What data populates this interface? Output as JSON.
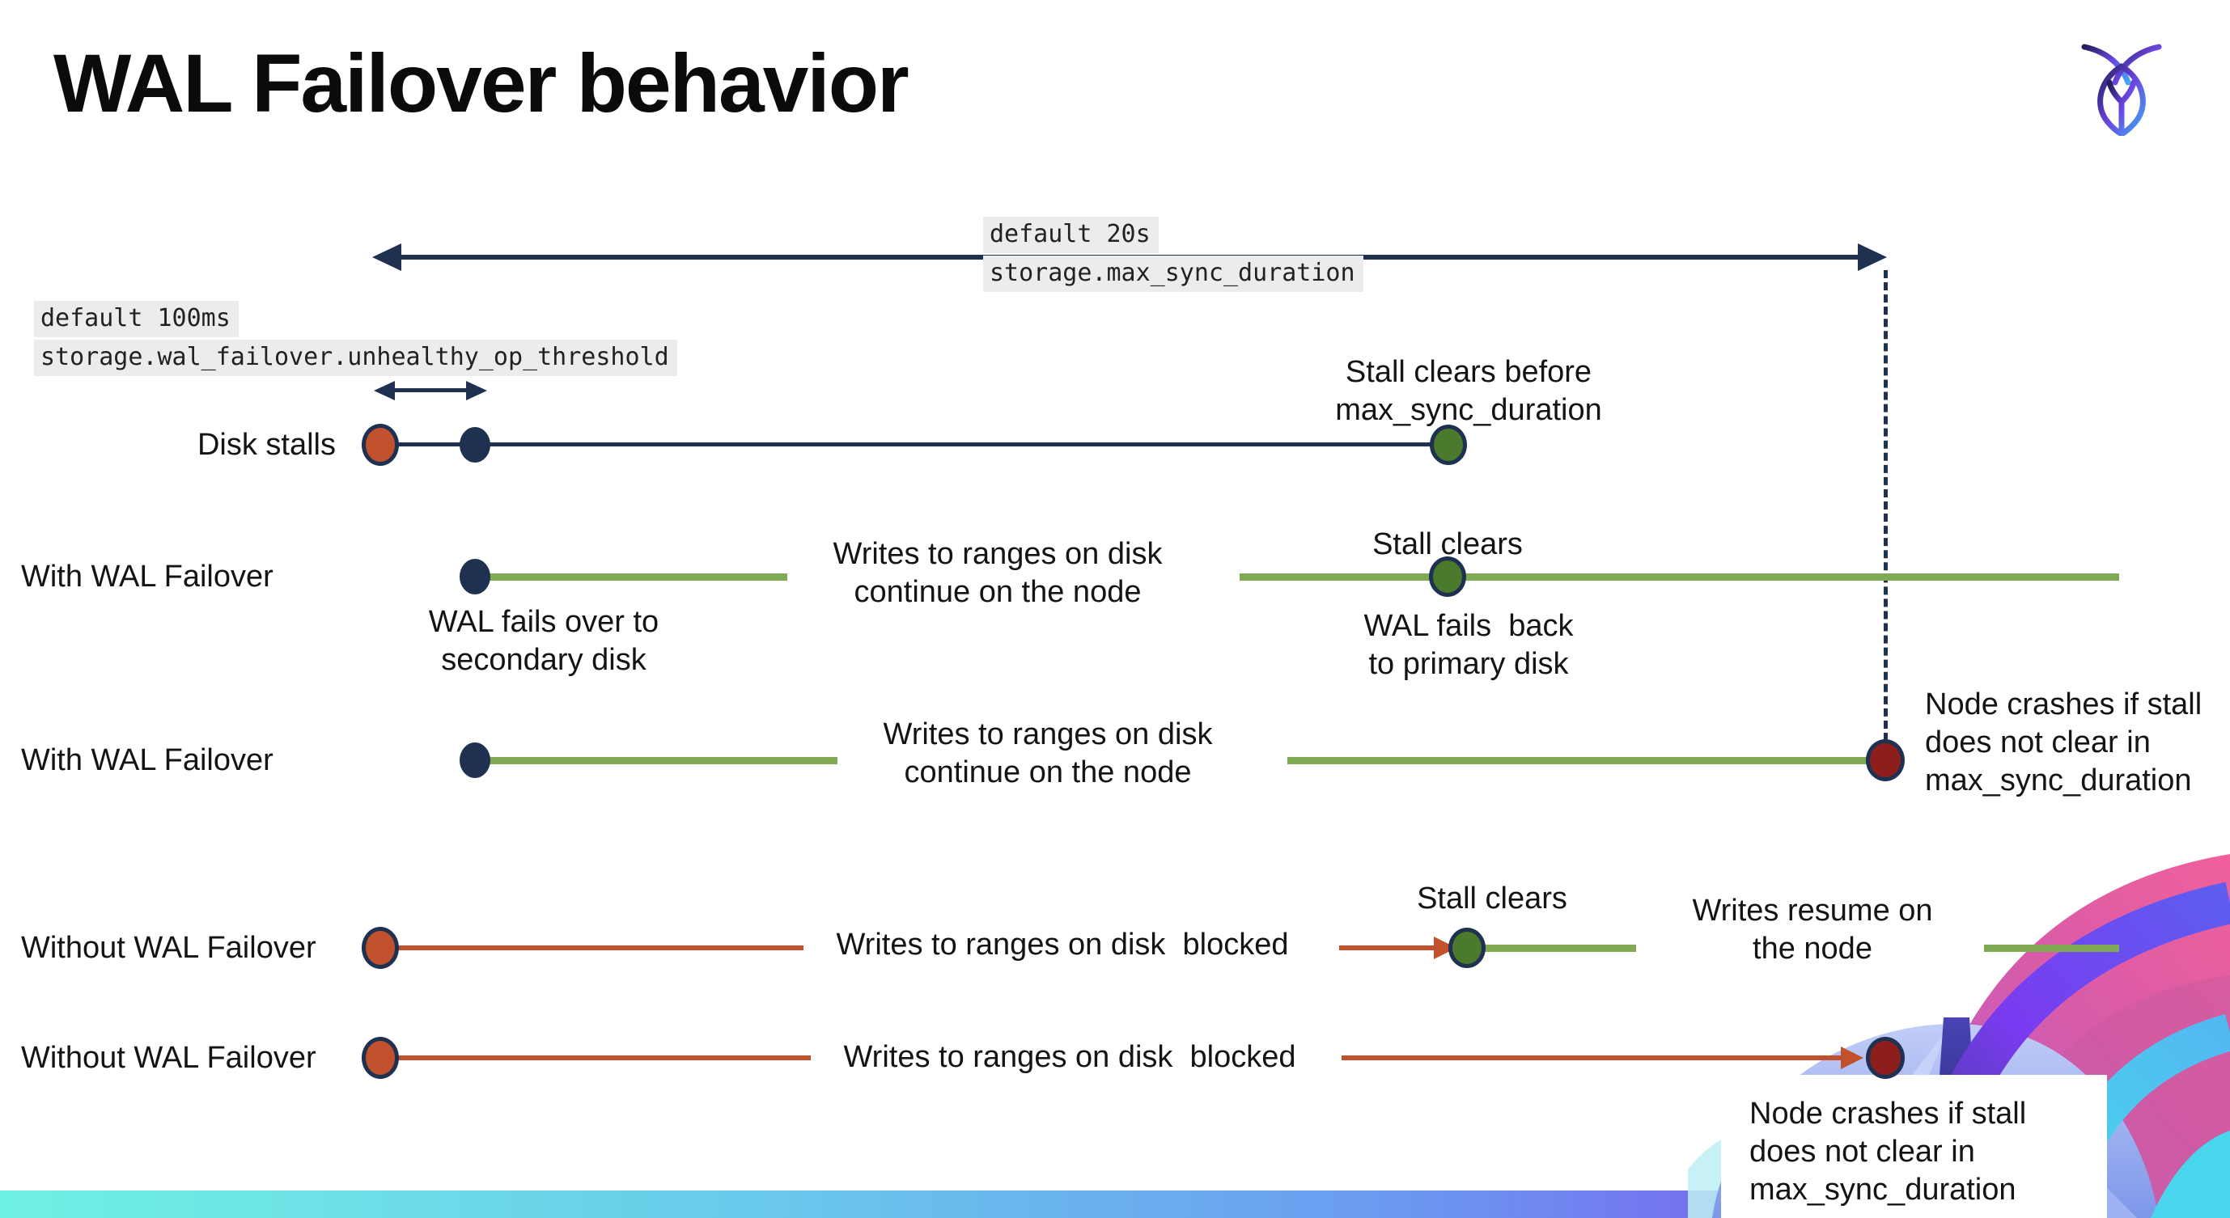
{
  "title": "WAL Failover behavior",
  "settings": {
    "max_sync_duration": {
      "default_label": "default 20s",
      "setting_name": "storage.max_sync_duration"
    },
    "unhealthy_op_threshold": {
      "default_label": "default 100ms",
      "setting_name": "storage.wal_failover.unhealthy_op_threshold"
    }
  },
  "rows": [
    {
      "label": "Disk stalls"
    },
    {
      "label": "With WAL Failover"
    },
    {
      "label": "With WAL Failover"
    },
    {
      "label": "Without WAL Failover"
    },
    {
      "label": "Without WAL Failover"
    }
  ],
  "annotations": {
    "stall_clears_before": "Stall clears before\nmax_sync_duration",
    "wal_fails_over": "WAL fails over to\nsecondary disk",
    "writes_continue_row2": "Writes to ranges on disk\ncontinue on the node",
    "stall_clears_row2": "Stall clears",
    "wal_fails_back": "WAL fails  back\nto primary disk",
    "writes_continue_row3": "Writes to ranges on disk\ncontinue on the node",
    "node_crashes_row3": "Node crashes if stall\ndoes not clear in\nmax_sync_duration",
    "writes_blocked_row4": "Writes to ranges on disk  blocked",
    "stall_clears_row4": "Stall clears",
    "writes_resume": "Writes resume on\nthe node",
    "writes_blocked_row5": "Writes to ranges on disk  blocked",
    "node_crashes_row5": "Node crashes if stall\ndoes not clear in\nmax_sync_duration"
  },
  "colors": {
    "navy": "#1F3150",
    "green_line": "#7FA953",
    "green_dot": "#4C7A2D",
    "red": "#C0512C",
    "dark_red": "#8E1E1C",
    "label_highlight": "#ECECEC",
    "bottom_bar_gradient": [
      "#6FF2E3",
      "#6B9BF0",
      "#7B52EE"
    ]
  }
}
